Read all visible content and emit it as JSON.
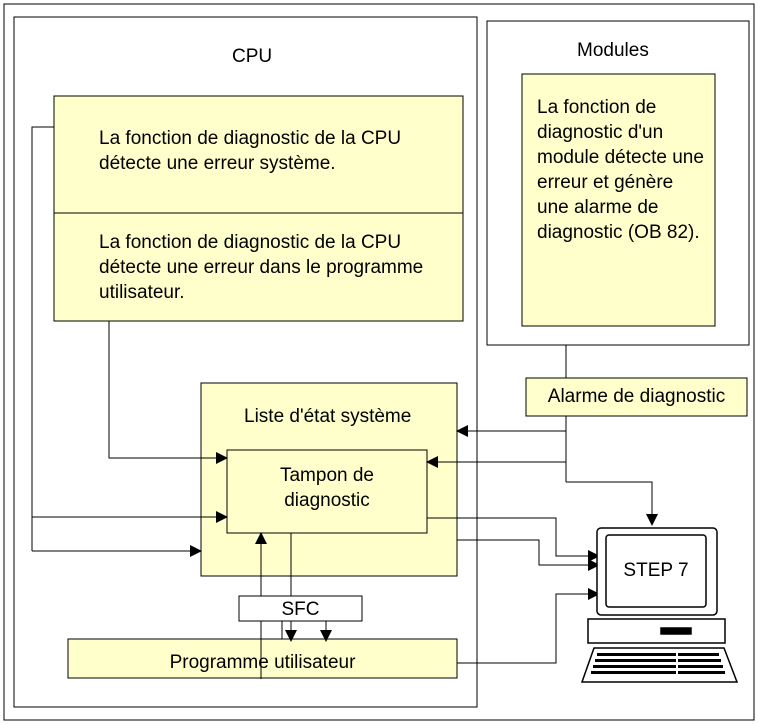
{
  "colors": {
    "fill": "#ffffcc",
    "stroke": "#000000",
    "monitor_screen": "#ffffff",
    "computer_body": "#ffffff"
  },
  "cpu": {
    "title": "CPU"
  },
  "modules": {
    "title": "Modules",
    "text": "La fonction de diagnostic d'un module détecte une erreur et génère une alarme de diagnostic (OB 82)."
  },
  "diag_cpu": {
    "system_error": "La fonction de diagnostic de la CPU détecte une erreur système.",
    "program_error": "La fonction de diagnostic de la CPU détecte une erreur dans le programme utilisateur."
  },
  "alarm": {
    "label": "Alarme de diagnostic"
  },
  "ssl": {
    "title": "Liste d'état système",
    "buffer": "Tampon de diagnostic"
  },
  "sfc": {
    "label": "SFC"
  },
  "user_program": {
    "label": "Programme utilisateur"
  },
  "step7": {
    "label": "STEP 7",
    "icon": "computer-icon"
  }
}
